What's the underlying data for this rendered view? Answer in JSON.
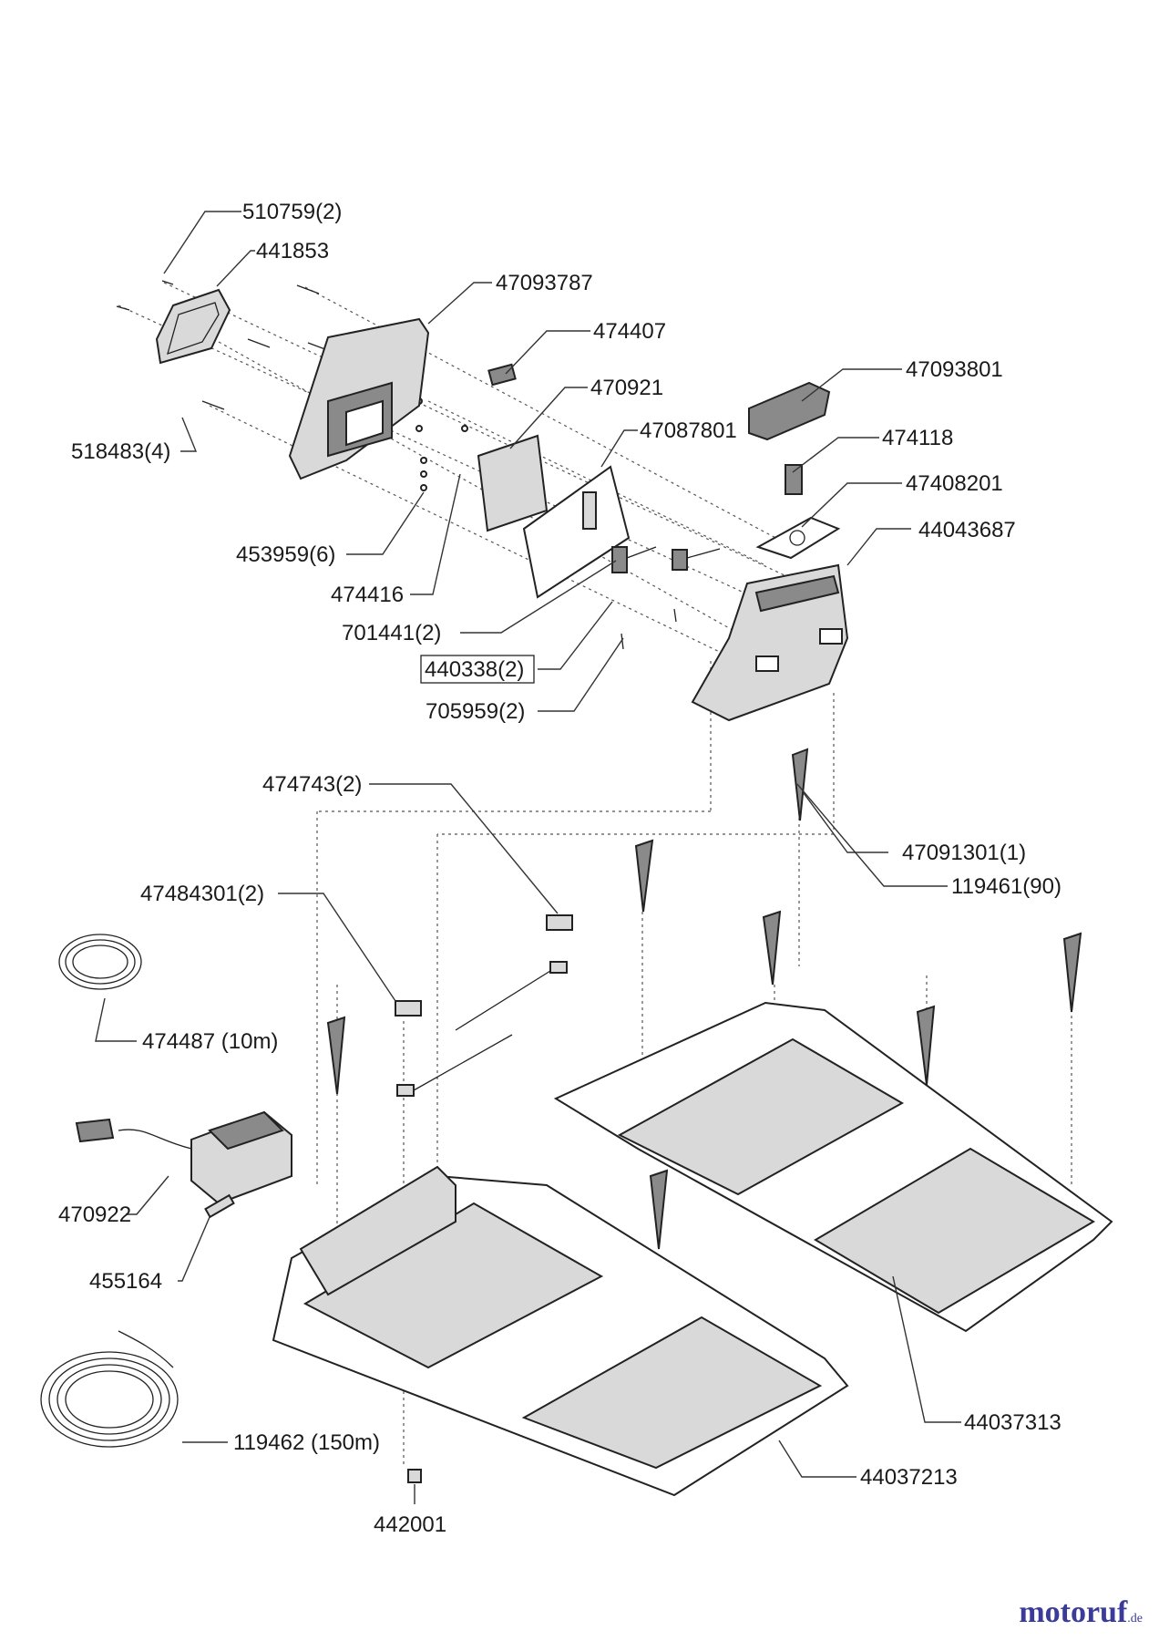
{
  "labels": {
    "p510759": "510759(2)",
    "p441853": "441853",
    "p47093787": "47093787",
    "p474407": "474407",
    "p470921": "470921",
    "p47093801": "47093801",
    "p47087801": "47087801",
    "p474118": "474118",
    "p518483": "518483(4)",
    "p47408201": "47408201",
    "p44043687": "44043687",
    "p453959": "453959(6)",
    "p474416": "474416",
    "p701441": "701441(2)",
    "p440338": "440338(2)",
    "p705959": "705959(2)",
    "p474743": "474743(2)",
    "p47091301": "47091301(1)",
    "p119461": "119461(90)",
    "p47484301": "47484301(2)",
    "p474487": "474487 (10m)",
    "p470922": "470922",
    "p455164": "455164",
    "p44037313": "44037313",
    "p119462": "119462 (150m)",
    "p44037213": "44037213",
    "p442001": "442001"
  },
  "brand": {
    "name": "motoruf",
    "tld": ".de"
  },
  "colors": {
    "ink": "#1a1a1a",
    "brand": "#3b3b9a",
    "brand_accent": "#e07a1a"
  }
}
